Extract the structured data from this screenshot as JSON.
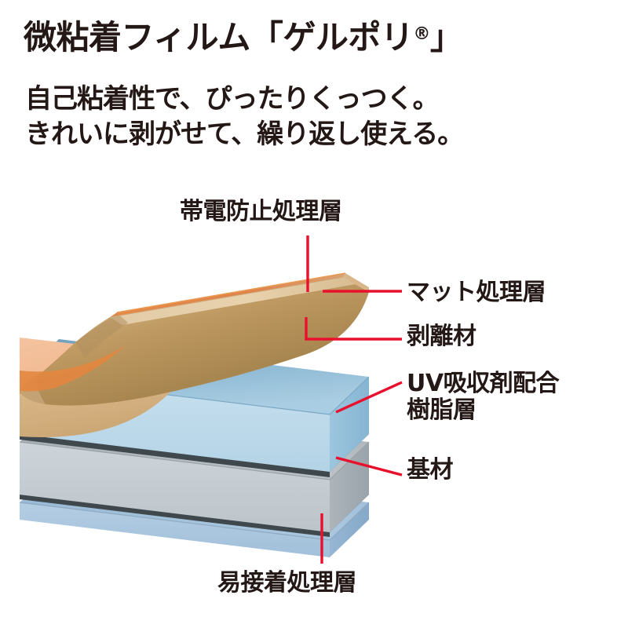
{
  "header": {
    "title_text": "微粘着フィルム「ゲルポリ",
    "title_reg": "®",
    "title_close": "」",
    "title_full": "微粘着フィルム「ゲルポリ®」",
    "subtitle_line1": "自己粘着性で、ぴったりくっつく。",
    "subtitle_line2": "きれいに剥がせて、繰り返し使える。"
  },
  "diagram": {
    "type": "layer-stack-cutaway",
    "description": "微粘着フィルムの層構成図（剥離材をめくった断面イメージ）",
    "leader_color": "#e8112d",
    "labels": [
      {
        "id": "antistatic",
        "text": "帯電防止処理層",
        "position": "top-center"
      },
      {
        "id": "matte",
        "text": "マット処理層",
        "position": "right"
      },
      {
        "id": "release",
        "text": "剥離材",
        "position": "right"
      },
      {
        "id": "uv_line1",
        "text": "UV吸収剤配合",
        "position": "right"
      },
      {
        "id": "uv_line2",
        "text": "樹脂層",
        "position": "right"
      },
      {
        "id": "base",
        "text": "基材",
        "position": "right"
      },
      {
        "id": "adhesion",
        "text": "易接着処理層",
        "position": "bottom-center"
      }
    ],
    "layers": [
      {
        "id": "release_film",
        "label": "剥離材",
        "color": "#c9a06a"
      },
      {
        "id": "matte_top",
        "label": "マット処理層",
        "color": "#f0b584"
      },
      {
        "id": "antistatic",
        "label": "帯電防止処理層",
        "color": "#e8884a"
      },
      {
        "id": "uv_resin",
        "label": "UV吸収剤配合樹脂層",
        "color": "#b7d5e8"
      },
      {
        "id": "substrate",
        "label": "基材",
        "color": "#c4cbd0"
      },
      {
        "id": "easy_adhesion",
        "label": "易接着処理層",
        "color": "#a8c4dd"
      }
    ]
  },
  "colors": {
    "text": "#231815",
    "leader_red": "#e8112d",
    "background": "#ffffff",
    "film_tan": "#c9a06a",
    "film_peach": "#f2bd92",
    "film_orange": "#e07d3c",
    "layer_blue_light": "#bcd9ea",
    "layer_blue_mid": "#8fbdd8",
    "layer_gray": "#c3cad0",
    "layer_blue_bottom": "#a9c5de",
    "edge_dark": "#4a5559"
  }
}
